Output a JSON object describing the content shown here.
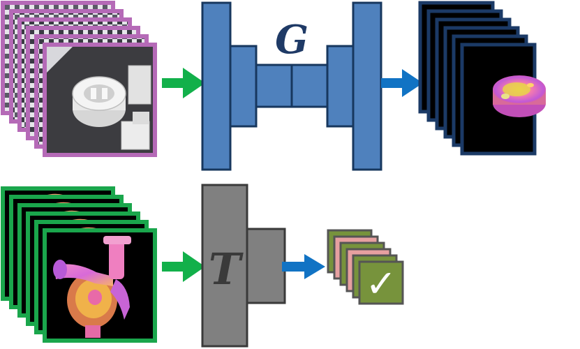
{
  "generator": {
    "label": "G"
  },
  "discriminator": {
    "label": "T"
  },
  "result": {
    "symbol": "✓"
  },
  "colors": {
    "input_frame": "#b56ab7",
    "target_frame": "#1aa64c",
    "output_frame": "#1b3a66",
    "net_fill": "#4f81bd",
    "net_stroke": "#17375e",
    "disc_fill": "#808080",
    "disc_stroke": "#3a3a3a",
    "arrow_green": "#12b04a",
    "arrow_blue": "#1173c4",
    "stack_card": "#77933c",
    "stack_card_alt": "#e6a0a0",
    "label_G": "#1f3a66",
    "label_T": "#3a3a3a"
  },
  "icons": [
    "photo-stack",
    "normal-map-stack",
    "result-card-stack",
    "checkmark-icon",
    "right-arrow-icon"
  ]
}
